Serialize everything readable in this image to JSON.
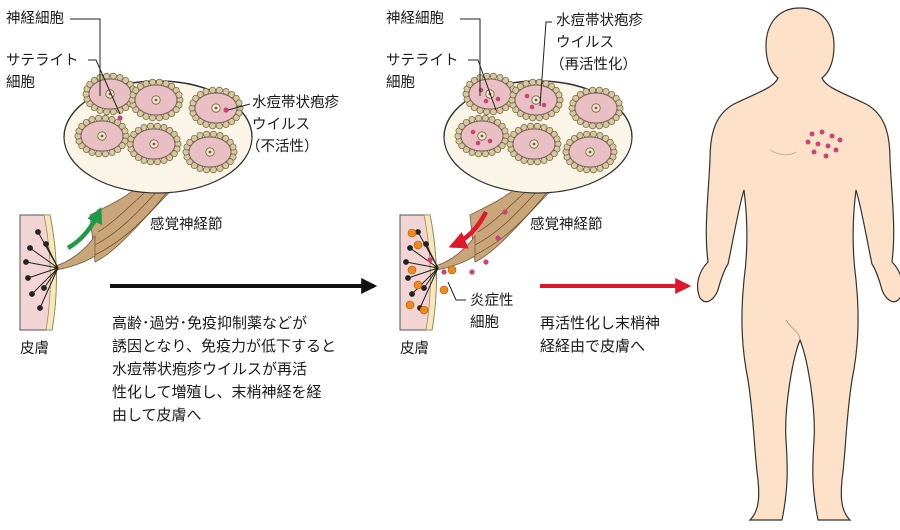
{
  "left_panel": {
    "neuron_label": "神経細胞",
    "satellite_label": [
      "サテライト",
      "細胞"
    ],
    "virus_label": [
      "水痘帯状疱疹",
      "ウイルス",
      "（不活性）"
    ],
    "ganglion_label": "感覚神経節",
    "skin_label": "皮膚"
  },
  "middle_panel": {
    "neuron_label": "神経細胞",
    "satellite_label": [
      "サテライト",
      "細胞"
    ],
    "virus_label": [
      "水痘帯状疱疹",
      "ウイルス",
      "（再活性化）"
    ],
    "ganglion_label": "感覚神経節",
    "skin_label": "皮膚",
    "inflammatory_label": [
      "炎症性",
      "細胞"
    ]
  },
  "description_text": [
    "高齢･過労･免疫抑制薬などが",
    "誘因となり、免疫力が低下すると",
    "水痘帯状疱疹ウイルスが再活",
    "性化して増殖し、末梢神経を経",
    "由して皮膚へ"
  ],
  "right_text": [
    "再活性化し末梢神",
    "経経由で皮膚へ"
  ],
  "colors": {
    "cytoplasm": "#e8bfc2",
    "satellite": "#d6c9a0",
    "ganglion": "#fbf5e8",
    "nerve_tan": "#c9a67a",
    "skin_pink": "#f3d4d4",
    "skin_tan": "#f6e8b8",
    "body": "#fde1c8",
    "virus_pink": "#cc4477",
    "inflammatory_orange": "#f08a1c",
    "arrow_green": "#1d9a48",
    "arrow_red": "#e0182b",
    "arrow_black": "#111111"
  }
}
